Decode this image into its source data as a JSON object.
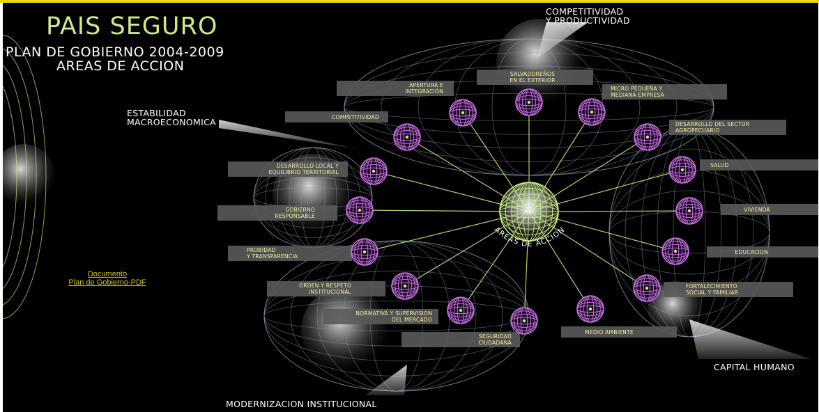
{
  "header": {
    "title": "PAIS SEGURO",
    "subtitle": "PLAN DE GOBIERNO 2004-2009",
    "subtitle2": "AREAS DE ACCION"
  },
  "colors": {
    "title": "#cfe88a",
    "globe": "#c86ee0",
    "line": "#c6ec7a",
    "label_bg": "#5a5a5a",
    "label_text": "#f3f0a0",
    "link": "#d2c51c",
    "wire": "#8c97a8"
  },
  "center": {
    "label": "AREAS DE ACCION"
  },
  "groups": [
    {
      "label": "COMPETITIVIDAD\nY PRODUCTIVIDAD"
    },
    {
      "label": "ESTABILIDAD\nMACROECONOMICA"
    },
    {
      "label": "CAPITAL HUMANO"
    },
    {
      "label": "MODERNIZACION INSTITUCIONAL"
    }
  ],
  "areas": [
    {
      "label": "SALVADOREÑOS\nEN EL EXTERIOR"
    },
    {
      "label": "APERTURA E\nINTEGRACIÓN"
    },
    {
      "label": "MICRO PEQUEÑA Y\nMEDIANA EMPRESA"
    },
    {
      "label": "COMPETITIVIDAD"
    },
    {
      "label": "DESARROLLO DEL SECTOR\nAGROPECUARIO"
    },
    {
      "label": "DESARROLLO LOCAL Y\nEQUILIBRIO TERRITORIAL"
    },
    {
      "label": "GOBIERNO\nRESPONSABLE"
    },
    {
      "label": "PROBIDAD\nY TRANSPARENCIA"
    },
    {
      "label": "ORDEN Y RESPETO\nINSTITUCIONAL"
    },
    {
      "label": "NORMATIVA Y SUPERVISION\nDEL MERCADO"
    },
    {
      "label": "SEGURIDAD\nCIUDADANA"
    },
    {
      "label": "MEDIO AMBIENTE"
    },
    {
      "label": "FORTALECIMIENTO\nSOCIAL Y FAMILIAR"
    },
    {
      "label": "EDUCACION"
    },
    {
      "label": "VIVIENDA"
    },
    {
      "label": "SALUD"
    }
  ],
  "document_link": {
    "line1": "Documento",
    "line2": "Plan de Gobierno-PDF"
  }
}
